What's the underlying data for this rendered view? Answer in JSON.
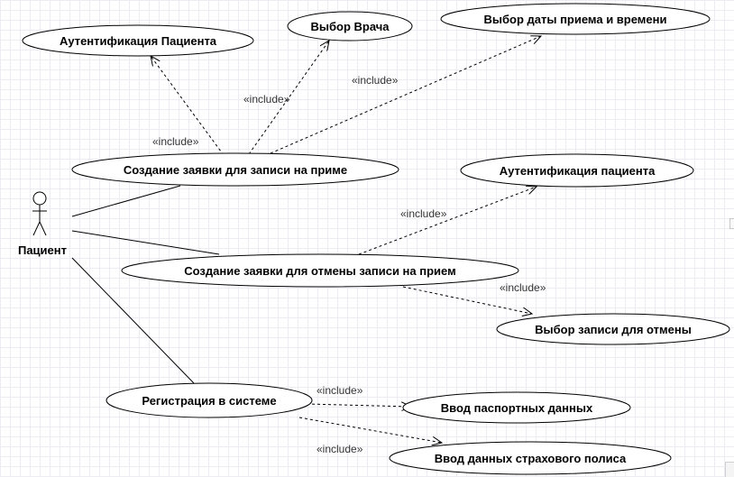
{
  "actor": {
    "label": "Пациент"
  },
  "usecases": [
    {
      "id": "auth1",
      "label": "Аутентификация Пациента"
    },
    {
      "id": "doctor",
      "label": "Выбор Врача"
    },
    {
      "id": "date",
      "label": "Выбор даты приема и времени"
    },
    {
      "id": "create",
      "label": "Создание заявки для записи на приме"
    },
    {
      "id": "auth2",
      "label": "Аутентификация пациента"
    },
    {
      "id": "cancel",
      "label": "Создание заявки для отмены записи на прием"
    },
    {
      "id": "choose",
      "label": "Выбор записи для отмены"
    },
    {
      "id": "register",
      "label": "Регистрация в системе"
    },
    {
      "id": "passport",
      "label": "Ввод паспортных данных"
    },
    {
      "id": "insurance",
      "label": "Ввод данных страхового полиса"
    }
  ],
  "relations": [
    {
      "from": "create",
      "to": "auth1",
      "label": "«include»"
    },
    {
      "from": "create",
      "to": "doctor",
      "label": "«include»"
    },
    {
      "from": "create",
      "to": "date",
      "label": "«include»"
    },
    {
      "from": "cancel",
      "to": "auth2",
      "label": "«include»"
    },
    {
      "from": "cancel",
      "to": "choose",
      "label": "«include»"
    },
    {
      "from": "register",
      "to": "passport",
      "label": "«include»"
    },
    {
      "from": "register",
      "to": "insurance",
      "label": "«include»"
    }
  ]
}
